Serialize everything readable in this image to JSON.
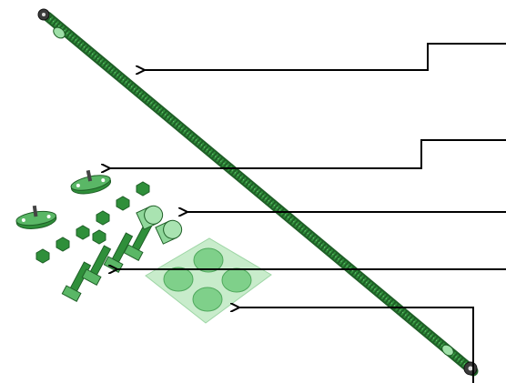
{
  "diagram": {
    "background": "#ffffff",
    "colors": {
      "part_green": "#2f8f3a",
      "part_green_dark": "#1f5f27",
      "part_green_light": "#8fd79a",
      "pad_sheet": "#bfe9c3",
      "callout_line": "#000000"
    },
    "parts": [
      {
        "id": "spring-rod",
        "icon": "spring-rod-icon"
      },
      {
        "id": "mount-brackets",
        "icon": "bracket-icon"
      },
      {
        "id": "end-caps",
        "icon": "cap-icon"
      },
      {
        "id": "bolts-and-nuts",
        "icon": "bolt-icon"
      },
      {
        "id": "bumper-pads",
        "icon": "bumper-pad-icon"
      }
    ],
    "callouts": [
      {
        "target": "spring-rod"
      },
      {
        "target": "mount-brackets"
      },
      {
        "target": "end-caps"
      },
      {
        "target": "bolts-and-nuts"
      },
      {
        "target": "bumper-pads"
      }
    ]
  }
}
